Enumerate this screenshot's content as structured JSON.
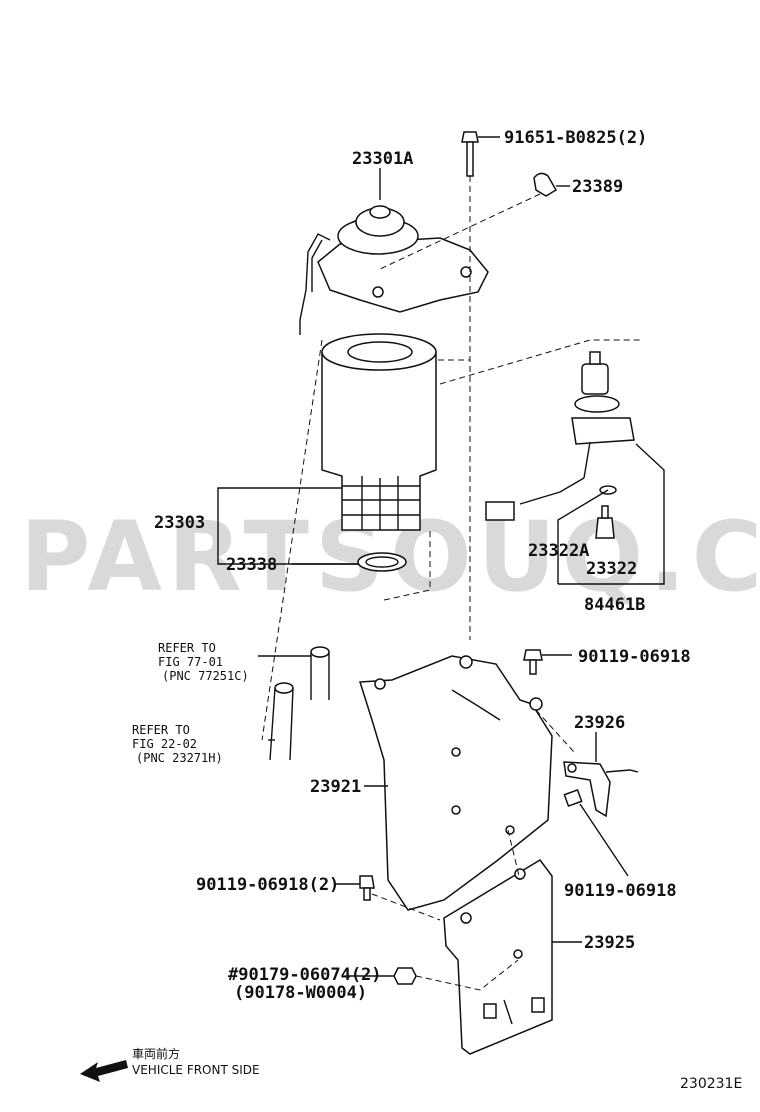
{
  "watermark": "PARTSOUQ.COM",
  "callouts": {
    "c23301a": "23301A",
    "c91651": "91651-B0825(2)",
    "c23389": "23389",
    "c23303": "23303",
    "c23338": "23338",
    "c23322a": "23322A",
    "c23322": "23322",
    "c84461b": "84461B",
    "c90119_top": "90119-06918",
    "c23926": "23926",
    "c23921": "23921",
    "c90119_right": "90119-06918",
    "c90119_left": "90119-06918(2)",
    "c23925": "23925",
    "c90179": "#90179-06074(2)",
    "c90178": "(90178-W0004)"
  },
  "refer1": {
    "line1": "REFER TO",
    "line2": "FIG 77-01",
    "line3": "(PNC 77251C)"
  },
  "refer2": {
    "line1": "REFER TO",
    "line2": "FIG 22-02",
    "line3": "(PNC 23271H)"
  },
  "front": {
    "jp": "車両前方",
    "en": "VEHICLE FRONT SIDE"
  },
  "figure_code": "230231E"
}
